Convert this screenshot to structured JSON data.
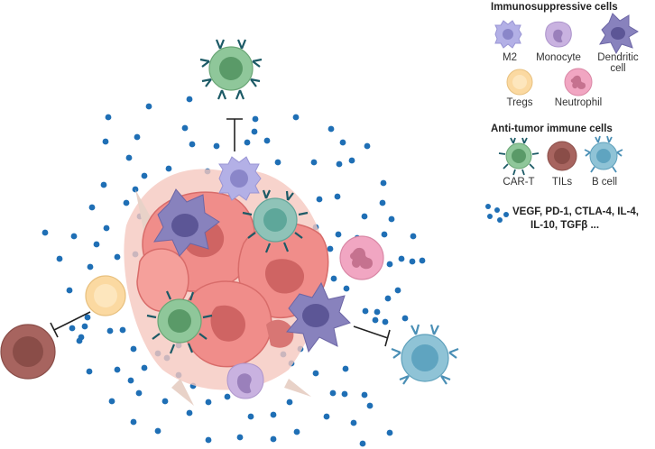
{
  "legend": {
    "immunosuppressive_title": "Immunosuppressive cells",
    "immunosuppressive_cells": [
      "M2",
      "Monocyte",
      "Dendritic cell",
      "Tregs",
      "Neutrophil"
    ],
    "antitumor_title": "Anti-tumor immune cells",
    "antitumor_cells": [
      "CAR-T",
      "TILs",
      "B cell"
    ],
    "factors_line1": "VEGF, PD-1, CTLA-4, IL-4,",
    "factors_line2": "IL-10, TGFβ ..."
  },
  "colors": {
    "dot": "#1f6fb5",
    "tumor": "#f08d8a",
    "tumor_nucleus": "#cf6463",
    "car_t": "#8fc79a",
    "til": "#a7645f",
    "b_cell": "#8fc3d6",
    "m2": "#b3b0e6",
    "monocyte": "#c9b2e0",
    "dendritic": "#8882bd",
    "treg": "#fbd9a1",
    "neutrophil": "#f1a6c2",
    "receptor": "#1c5a66"
  }
}
